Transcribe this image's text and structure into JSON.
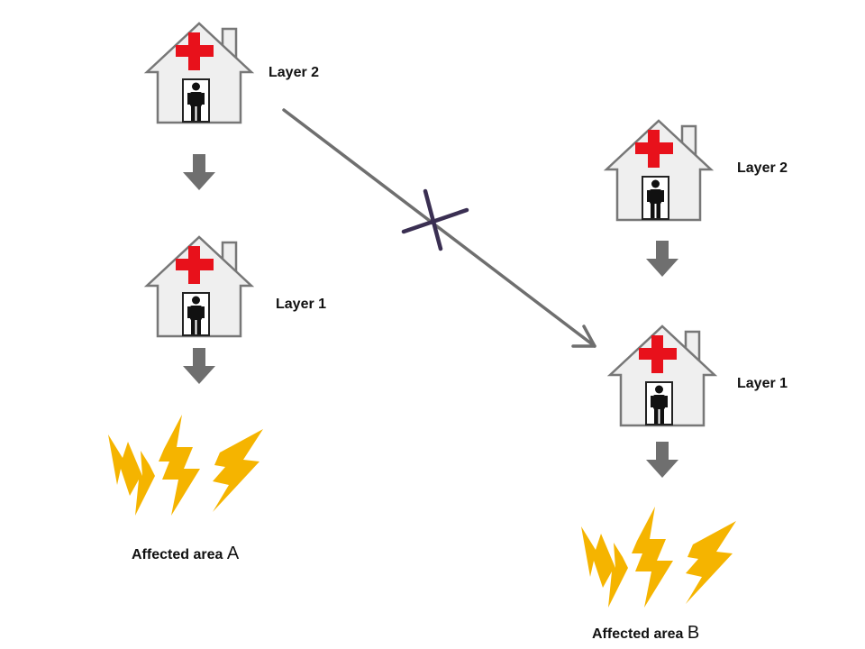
{
  "colors": {
    "house_fill": "#efefef",
    "house_stroke": "#777777",
    "cross": "#e8111b",
    "person": "#111111",
    "arrow": "#6f6f6f",
    "bolt": "#f5b400",
    "x_mark": "#3a2f52"
  },
  "left_column": {
    "top_house": {
      "label": "Layer 2",
      "icon": "hospital-house-icon"
    },
    "bottom_house": {
      "label": "Layer 1",
      "icon": "hospital-house-icon"
    },
    "area": {
      "label": "Affected area ",
      "letter": "A",
      "icon": "lightning-bolts-icon"
    }
  },
  "right_column": {
    "top_house": {
      "label": "Layer 2",
      "icon": "hospital-house-icon"
    },
    "bottom_house": {
      "label": "Layer 1",
      "icon": "hospital-house-icon"
    },
    "area": {
      "label": "Affected area ",
      "letter": "B",
      "icon": "lightning-bolts-icon"
    }
  },
  "blocked_link": {
    "icon": "cross-mark-icon"
  }
}
